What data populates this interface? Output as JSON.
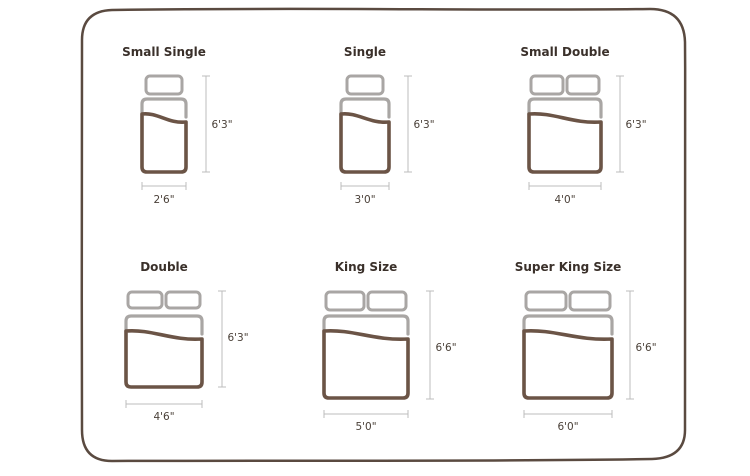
{
  "colors": {
    "frame": "#5a4a40",
    "bed": "#6b5446",
    "pillow": "#a9a6a4",
    "dimension": "#bcbcbc",
    "text": "#3a302a"
  },
  "beds": [
    {
      "name": "Small Single",
      "width": "2'6\"",
      "length": "6'3\"",
      "pillows": 1
    },
    {
      "name": "Single",
      "width": "3'0\"",
      "length": "6'3\"",
      "pillows": 1
    },
    {
      "name": "Small Double",
      "width": "4'0\"",
      "length": "6'3\"",
      "pillows": 2
    },
    {
      "name": "Double",
      "width": "4'6\"",
      "length": "6'3\"",
      "pillows": 2
    },
    {
      "name": "King Size",
      "width": "5'0\"",
      "length": "6'6\"",
      "pillows": 2
    },
    {
      "name": "Super King Size",
      "width": "6'0\"",
      "length": "6'6\"",
      "pillows": 2
    }
  ]
}
